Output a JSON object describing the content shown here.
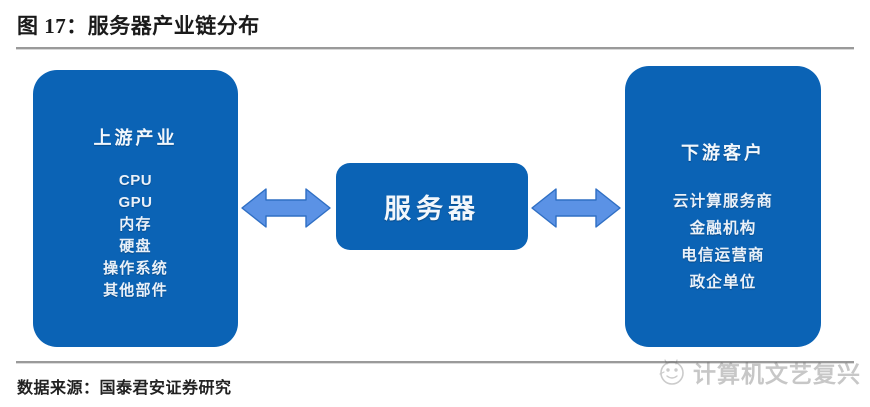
{
  "figure": {
    "title": "图 17：服务器产业链分布",
    "source_note": "数据来源：国泰君安证券研究"
  },
  "diagram": {
    "upstream": {
      "heading": "上游产业",
      "items": [
        "CPU",
        "GPU",
        "内存",
        "硬盘",
        "操作系统",
        "其他部件"
      ]
    },
    "center": {
      "label": "服务器"
    },
    "downstream": {
      "heading": "下游客户",
      "items": [
        "云计算服务商",
        "金融机构",
        "电信运营商",
        "政企单位"
      ]
    },
    "connectors": [
      {
        "name": "upstream-to-server",
        "style": "double-headed-arrow"
      },
      {
        "name": "server-to-downstream",
        "style": "double-headed-arrow"
      }
    ]
  },
  "watermark": {
    "text": "计算机文艺复兴",
    "logo": "smiley-circle-icon"
  },
  "colors": {
    "box_blue": "#0B63B5",
    "arrow_blue": "#5B92E5",
    "arrow_outline": "#2F6FC4",
    "rule_gray": "#9A9A9A",
    "box_text": "#EEF4FB",
    "title_text": "#1A1A1A"
  }
}
